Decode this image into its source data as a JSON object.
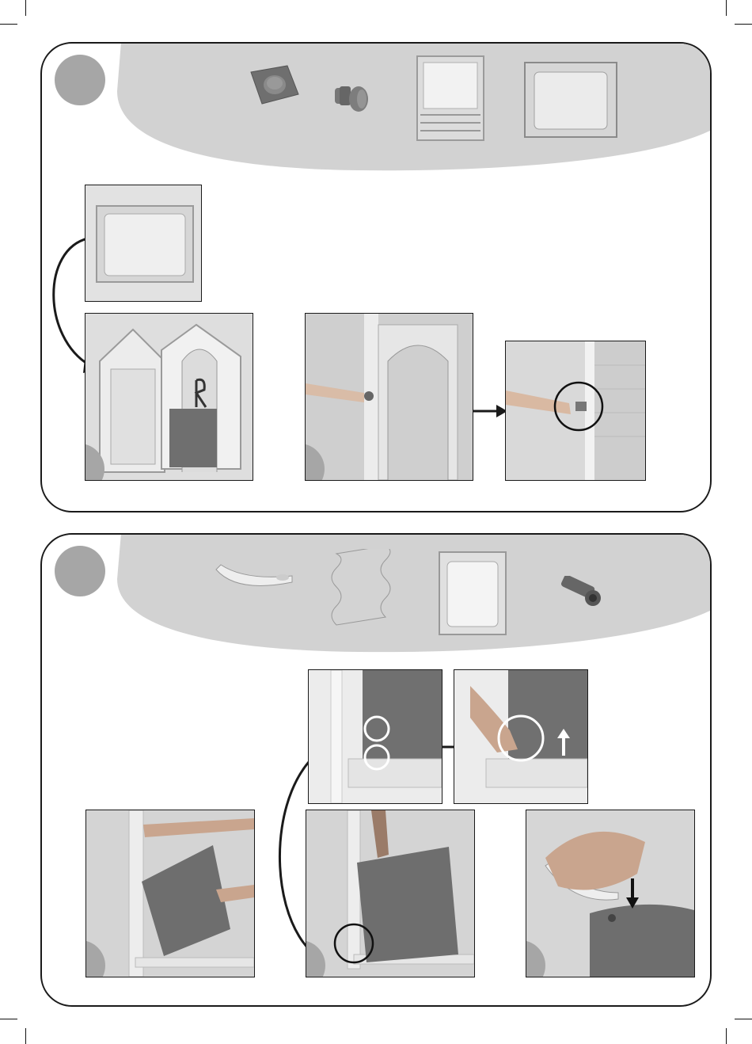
{
  "page": {
    "title": "",
    "colors": {
      "banner": "#d2d2d2",
      "badge": "#a6a6a6",
      "panel_border": "#1a1a1a",
      "part_dark": "#6f6f6f",
      "part_light": "#e6e6e6"
    }
  },
  "sections": [
    {
      "step_number": "",
      "parts": [
        "button-cap-icon",
        "mushroom-peg-icon",
        "shuttered-window-frame-icon",
        "window-frame-icon"
      ],
      "photos": [
        {
          "name": "frame-reference-photo",
          "step_number": ""
        },
        {
          "name": "house-frame-photo",
          "step_number": ""
        },
        {
          "name": "door-peg-photo",
          "step_number": ""
        },
        {
          "name": "door-peg-closeup-photo",
          "step_number": ""
        }
      ]
    },
    {
      "step_number": "",
      "parts": [
        "curved-clip-icon",
        "wavy-wall-panel-icon",
        "window-frame-tall-icon",
        "connector-peg-icon"
      ],
      "photos": [
        {
          "name": "panel-slot-closeup-photo",
          "step_number": ""
        },
        {
          "name": "panel-lift-closeup-photo",
          "step_number": ""
        },
        {
          "name": "attach-panel-photo",
          "step_number": ""
        },
        {
          "name": "insert-panel-photo",
          "step_number": ""
        },
        {
          "name": "press-clip-photo",
          "step_number": ""
        }
      ]
    }
  ]
}
